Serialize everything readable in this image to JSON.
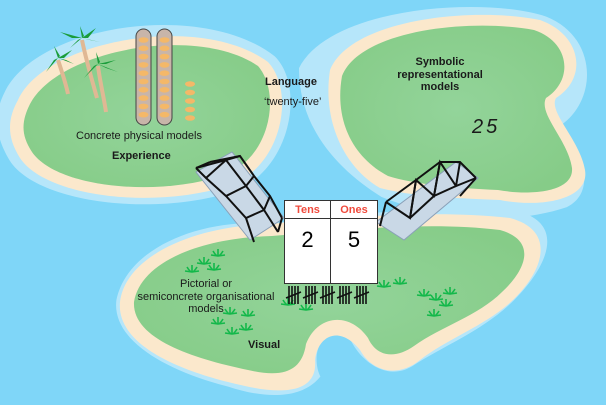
{
  "diagram": {
    "title": "Representations of the number twenty-five",
    "islands": {
      "concrete": {
        "label": "Concrete physical models",
        "link_label": "Experience",
        "tens_sticks": 2,
        "beans_per_stick": 10,
        "loose_beans": 5
      },
      "symbolic": {
        "label_lines": [
          "Symbolic",
          "representational",
          "models"
        ],
        "numeral": "25"
      },
      "pictorial": {
        "label_lines": [
          "Pictorial or",
          "semiconcrete organisational",
          "models"
        ],
        "link_label": "Visual"
      }
    },
    "language": {
      "label": "Language",
      "words": "‘twenty-five’"
    },
    "place_value_chart": {
      "headers": [
        "Tens",
        "Ones"
      ],
      "digits": [
        "2",
        "5"
      ],
      "header_color": "#f04a3c"
    },
    "tally": {
      "groups": 5,
      "per_group": 5
    },
    "colors": {
      "sea": "#7fd6f8",
      "shallow": "#c9ecfb",
      "sand": "#fbe8cc",
      "grass": "#8fd18f",
      "palm_leaf": "#1a9c3a",
      "grass_tuft": "#13b84a",
      "bean": "#f4b868",
      "stick": "#c8b5a9",
      "bridge_deck": "#c9d8e6"
    }
  }
}
